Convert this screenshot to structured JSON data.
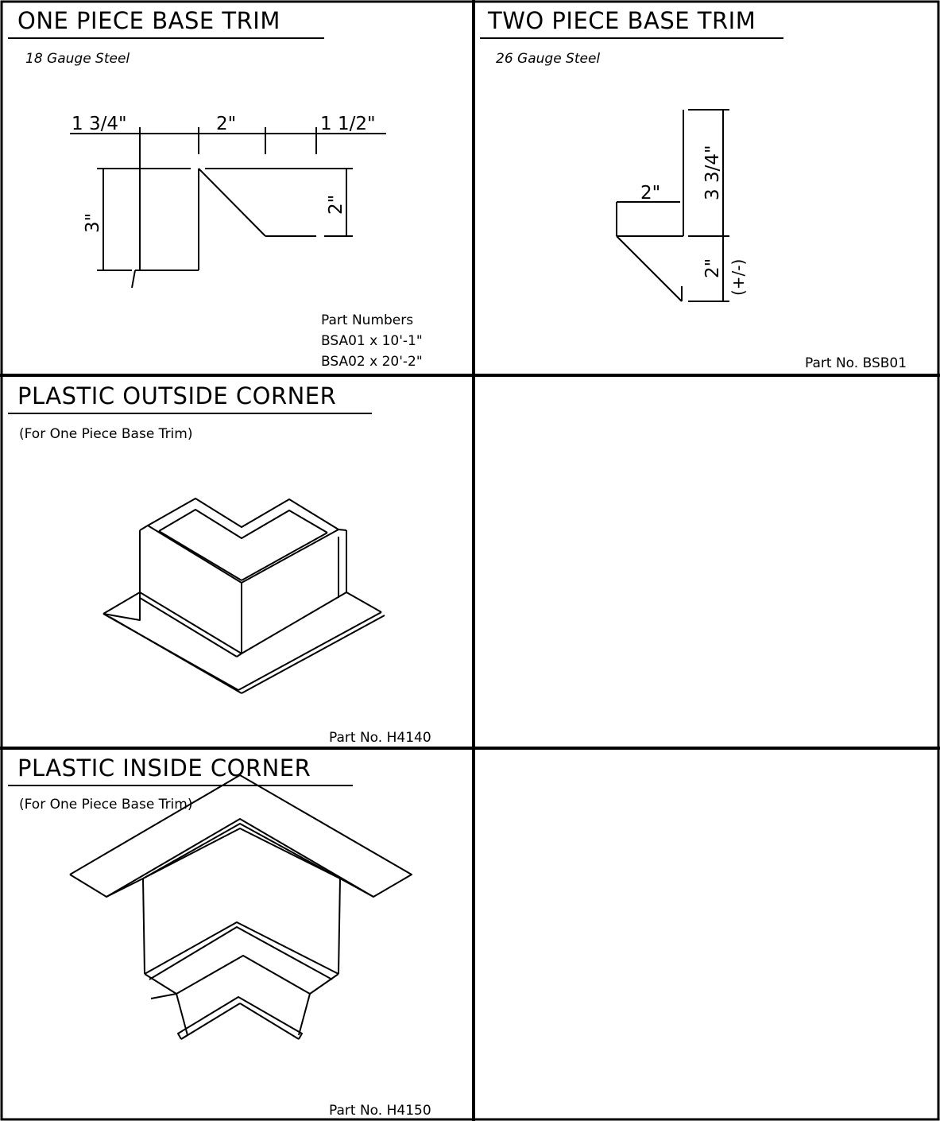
{
  "panels": {
    "one_piece": {
      "title": "ONE PIECE BASE TRIM",
      "material": "18 Gauge Steel",
      "dims": {
        "top_left": "1 3/4\"",
        "top_mid": "2\"",
        "top_right": "1 1/2\"",
        "height": "3\"",
        "flange": "2\""
      },
      "parts_heading": "Part Numbers",
      "parts": [
        "BSA01 x 10'-1\"",
        "BSA02 x 20'-2\""
      ]
    },
    "two_piece": {
      "title": "TWO PIECE BASE TRIM",
      "material": "26 Gauge Steel",
      "dims": {
        "upper": "3 3/4\"",
        "width": "2\"",
        "lower": "2\"",
        "tolerance": "(+/-)"
      },
      "part_no": "Part No. BSB01"
    },
    "outside_corner": {
      "title": "PLASTIC OUTSIDE CORNER",
      "note": "(For One Piece Base Trim)",
      "part_no": "Part No. H4140"
    },
    "inside_corner": {
      "title": "PLASTIC INSIDE CORNER",
      "note": "(For One Piece Base Trim)",
      "part_no": "Part No. H4150"
    }
  }
}
